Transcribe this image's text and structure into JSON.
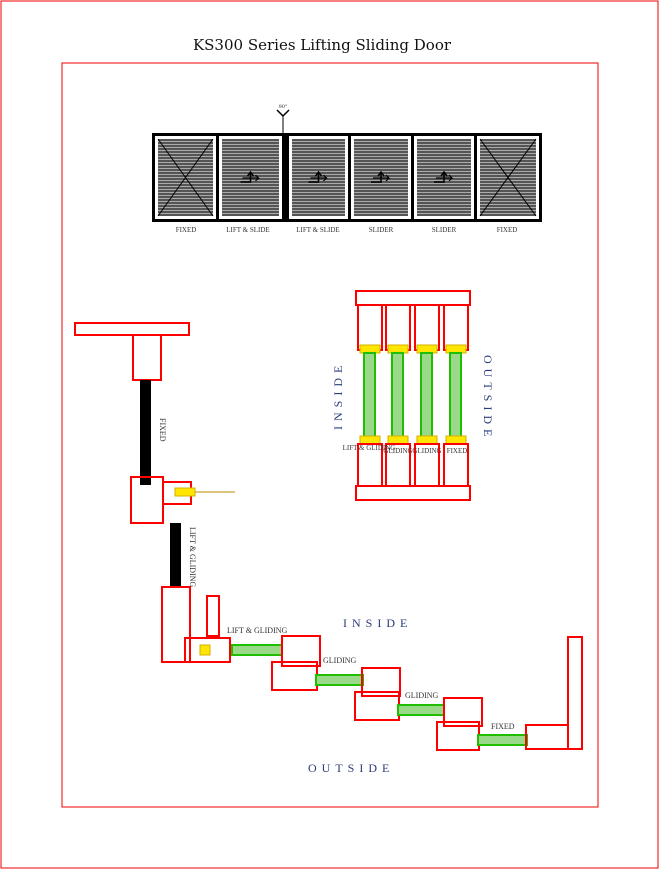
{
  "title": "KS300 Series Lifting Sliding Door",
  "elevation": {
    "angle_label": "90°",
    "panels": [
      "FIXED",
      "LIFT & SLIDE",
      "LIFT & SLIDE",
      "SLIDER",
      "SLIDER",
      "FIXED"
    ]
  },
  "vertical_section": {
    "inside": "INSIDE",
    "outside": "OUTSIDE",
    "panels": [
      "LIFT & GLIDING",
      "GLIDING",
      "GLIDING",
      "FIXED"
    ]
  },
  "plan": {
    "inside": "INSIDE",
    "outside": "OUTSIDE",
    "labels": [
      "FIXED",
      "LIFT & GLIDING",
      "LIFT & GLIDING",
      "GLIDING",
      "GLIDING",
      "FIXED"
    ]
  },
  "colors": {
    "frame": "#ff0000",
    "glass": "#1fbf00",
    "hardware": "#ffe600"
  }
}
